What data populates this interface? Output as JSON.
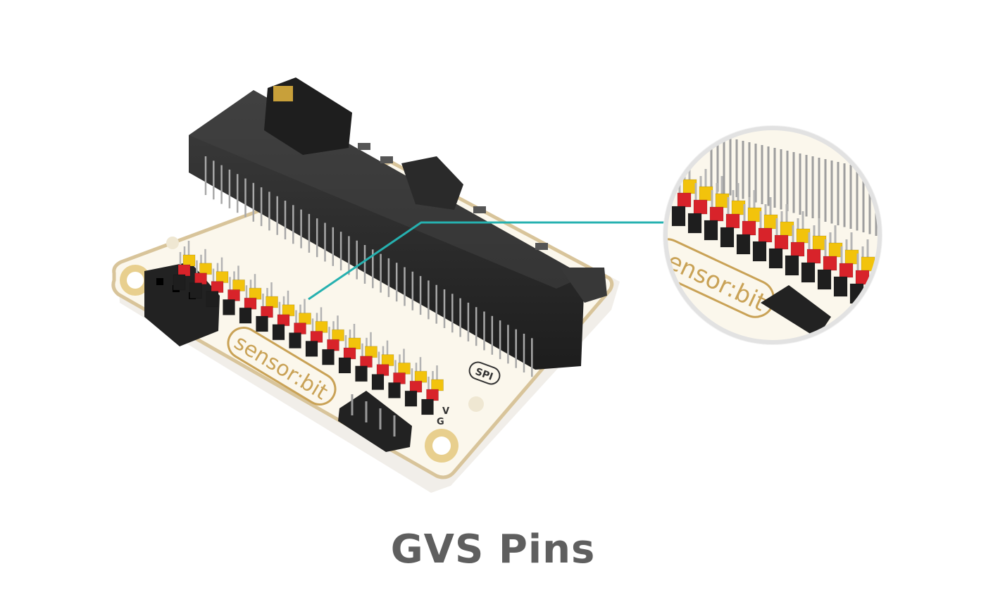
{
  "image": {
    "subject": "sensor:bit expansion board with GVS header pins",
    "board_label": "sensor:bit",
    "silkscreen": {
      "spi": "SPI",
      "v": "V",
      "g": "G"
    },
    "colors": {
      "board": "#fbf7ec",
      "board_edge": "#d8c49a",
      "gold": "#c9a256",
      "connector": "#2c2c2c",
      "pin_signal": "#f2c30c",
      "pin_vcc": "#d8232a",
      "pin_gnd": "#1e1e1e",
      "callout_line": "#26b1b0"
    },
    "callout": {
      "label": "GVS Pins"
    }
  }
}
